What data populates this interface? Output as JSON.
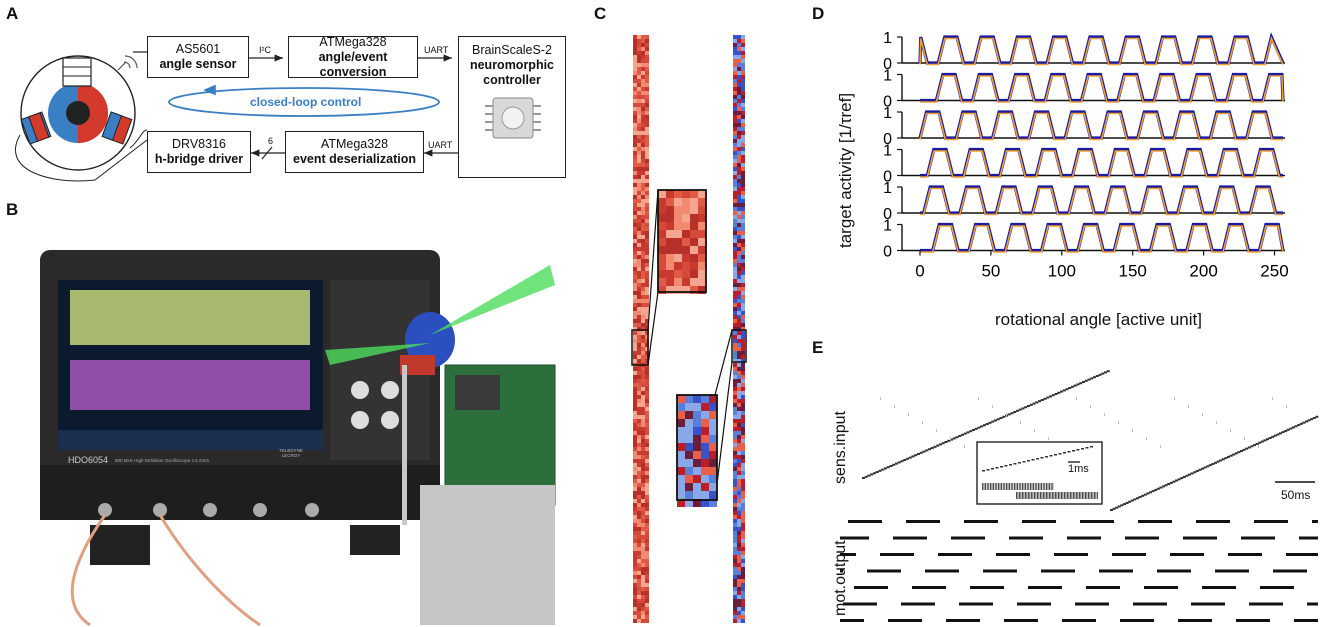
{
  "panels": {
    "a": "A",
    "b": "B",
    "c": "C",
    "d": "D",
    "e": "E"
  },
  "panelA": {
    "sensor": {
      "title": "AS5601",
      "sub": "angle sensor"
    },
    "conv": {
      "title": "ATMega328",
      "sub": "angle/event conversion"
    },
    "brain": {
      "title": "BrainScaleS-2",
      "sub1": "neuromorphic",
      "sub2": "controller"
    },
    "driver": {
      "title": "DRV8316",
      "sub": "h-bridge driver"
    },
    "deser": {
      "title": "ATMega328",
      "sub": "event deserialization"
    },
    "i2c": "I²C",
    "uart_top": "UART",
    "uart_bottom": "UART",
    "bus_width": "6",
    "loop_label": "closed-loop control"
  },
  "panelB": {
    "scope_model": "HDO6054",
    "scope_desc": "500 MHz High Definition Oscilloscope 2.5 GS/s",
    "brand": "TELEDYNE LECROY"
  },
  "panelD": {
    "ylabel": "target activity [1/τref]",
    "xlabel": "rotational angle [active unit]",
    "xticks": [
      "0",
      "50",
      "100",
      "150",
      "200",
      "250"
    ],
    "yticks": [
      "1",
      "0"
    ],
    "xlim": [
      0,
      256
    ],
    "ylim": [
      0,
      1
    ],
    "n_rows": 6,
    "pulses_per_row": 10,
    "period": 25.6,
    "phase_offsets": [
      0.5,
      0.45,
      0.0,
      0.2,
      0.1,
      0.35
    ],
    "series": [
      {
        "color": "#1a1aa0"
      },
      {
        "color": "#f0a030"
      }
    ]
  },
  "panelE": {
    "ylabel_top": "sens.input",
    "ylabel_bottom": "mot.output",
    "scale_main": "50ms",
    "scale_inset": "1ms"
  },
  "chart_data": {
    "type": "line",
    "xlabel": "rotational angle [active unit]",
    "ylabel": "target activity [1/τref]",
    "xlim": [
      0,
      256
    ],
    "ylim": [
      0,
      1
    ],
    "x_ticks": [
      0,
      50,
      100,
      150,
      200,
      250
    ],
    "y_ticks": [
      0,
      1
    ]
  }
}
